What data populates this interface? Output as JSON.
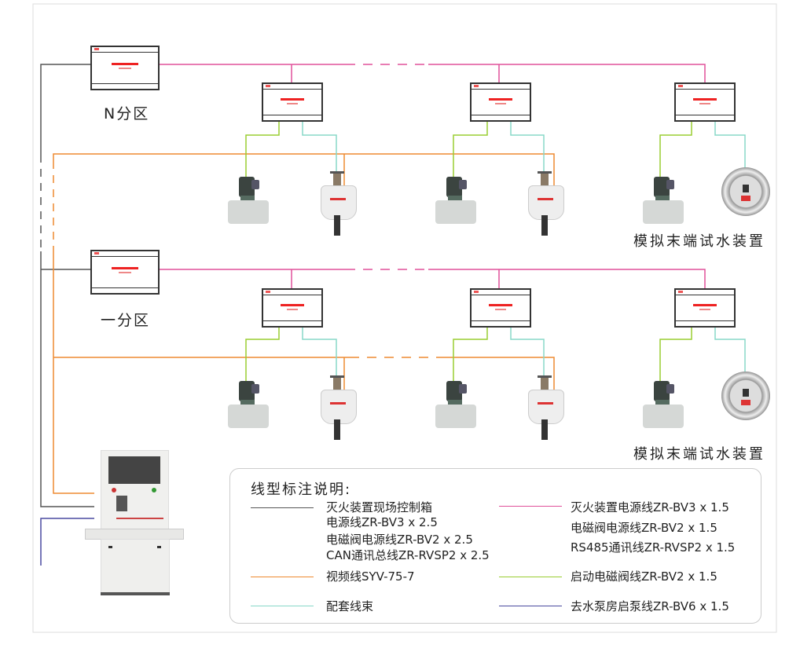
{
  "zones": {
    "top_label": "N分区",
    "bottom_label": "一分区",
    "sim_device_label": "模拟末端试水装置"
  },
  "colors": {
    "controller_power": "#555555",
    "extinguisher_power": "#e0509a",
    "video": "#ee8a30",
    "start_valve": "#9acd32",
    "harness": "#88d8c8",
    "pump": "#4a4aa0"
  },
  "legend": {
    "title": "线型标注说明:",
    "left": [
      {
        "lines": [
          "灭火装置现场控制箱",
          "电源线ZR-BV3 x 2.5",
          "电磁阀电源线ZR-BV2 x 2.5",
          "CAN通讯总线ZR-RVSP2 x 2.5"
        ],
        "color": "#555555"
      },
      {
        "lines": [
          "视频线SYV-75-7"
        ],
        "color": "#ee8a30"
      },
      {
        "lines": [
          "配套线束"
        ],
        "color": "#88d8c8"
      }
    ],
    "right": [
      {
        "lines": [
          "灭火装置电源线ZR-BV3 x 1.5",
          "电磁阀电源线ZR-BV2 x 1.5",
          "RS485通讯线ZR-RVSP2 x 1.5"
        ],
        "color": "#e0509a"
      },
      {
        "lines": [
          "启动电磁阀线ZR-BV2 x 1.5"
        ],
        "color": "#9acd32"
      },
      {
        "lines": [
          "去水泵房启泵线ZR-BV6 x 1.5"
        ],
        "color": "#4a4aa0"
      }
    ]
  }
}
